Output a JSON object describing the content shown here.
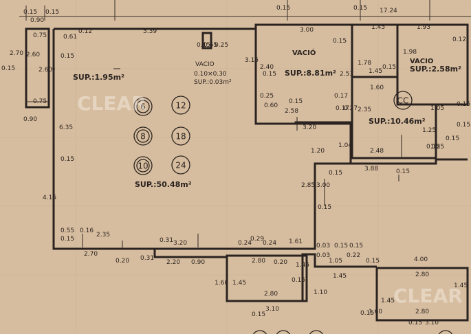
{
  "rooms": {
    "large_area": "SUP.:50.48m²",
    "small_left_area": "SUP.:1.95m²",
    "vacio_mid_label": "VACIÓ",
    "vacio_mid_area": "SUP.:8.81m²",
    "vacio_right_label": "VACIO",
    "vacio_right_area": "SUP.:2.58m²",
    "vent_label": "VACIO",
    "vent_dims": "0.10×0.30",
    "vent_area": "SUP.:0.03m²",
    "cc_label": "CC",
    "cc_area": "SUP.:10.46m²"
  },
  "circles": [
    "6",
    "12",
    "8",
    "18",
    "10",
    "24"
  ],
  "dimensions": {
    "top": [
      "0.15",
      "0.90",
      "0.15",
      "0.12",
      "5.39",
      "0.15",
      "0.15",
      "17.24",
      "3.00",
      "1.45",
      "1.93"
    ],
    "left": [
      "2.70",
      "0.15",
      "2.60",
      "2.60",
      "0.75",
      "0.90",
      "6.35",
      "4.15",
      "0.15",
      "0.55",
      "0.16"
    ],
    "small": [
      "0.75",
      "0.61",
      "0.15",
      "0.15",
      "0.65",
      "0.25",
      "3.15",
      "2.40",
      "0.15",
      "0.15",
      "2.53",
      "0.17",
      "0.25",
      "0.60",
      "0.15",
      "2.58",
      "0.17",
      "0.27"
    ],
    "mid": [
      "3.20",
      "1.04",
      "1.20",
      "3.00",
      "2.85",
      "0.15",
      "0.15",
      "2.48",
      "3.88",
      "0.15",
      "0.15"
    ],
    "right_small": [
      "1.78",
      "0.15",
      "1.45",
      "1.98",
      "1.60",
      "0.12",
      "2.35",
      "1.25",
      "1.05",
      "0.15",
      "0.15",
      "1.25",
      "0.15"
    ],
    "bottom": [
      "2.35",
      "0.15",
      "3.20",
      "0.31",
      "0.24",
      "0.29",
      "0.24",
      "1.61",
      "0.03",
      "0.15",
      "0.03",
      "0.15",
      "0.22",
      "1.05",
      "0.15",
      "2.70",
      "0.20",
      "0.31",
      "2.20",
      "0.90",
      "2.80",
      "0.20",
      "1.45",
      "0.15",
      "1.60",
      "1.45",
      "2.80",
      "0.15",
      "3.10",
      "1.10",
      "1.45",
      "4.00",
      "2.80",
      "1.45",
      "1.45",
      "1.60",
      "2.80",
      "0.15",
      "3.10",
      "0.15"
    ]
  },
  "watermark": "CLEAR"
}
